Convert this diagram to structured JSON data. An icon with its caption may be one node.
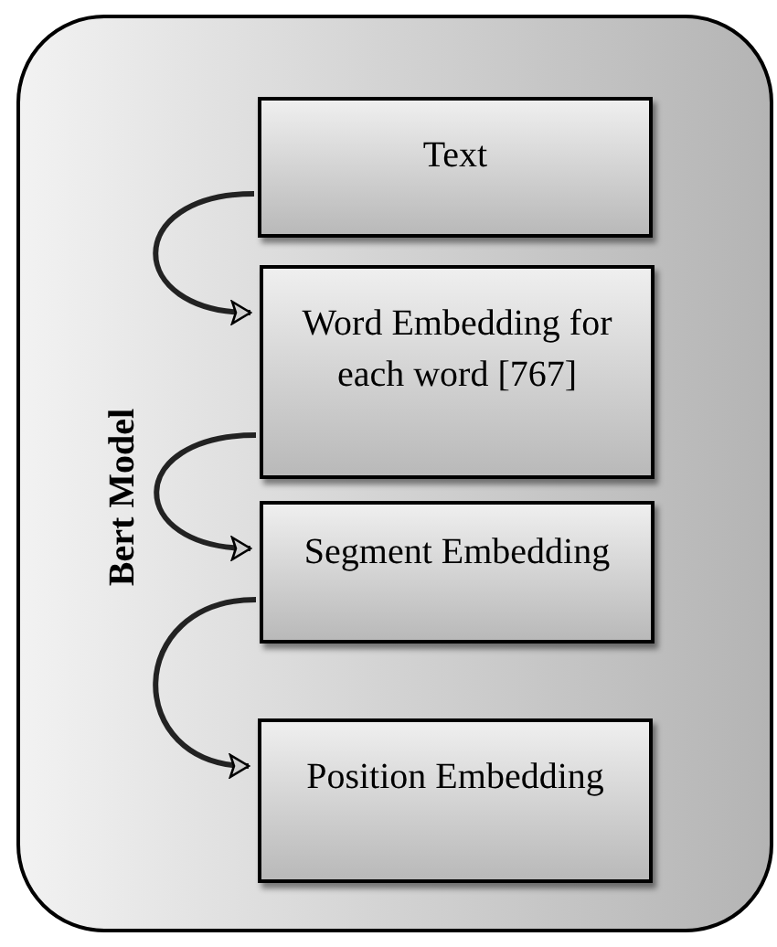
{
  "diagram": {
    "nodes": [
      {
        "text": [
          "Bert Model"
        ]
      },
      {
        "text": [
          "Text"
        ],
        "in": 0
      },
      {
        "text": [
          "Word Embedding for each word [767]"
        ],
        "in": 0
      },
      {
        "text": [
          "Segment Embedding"
        ],
        "in": 0
      },
      {
        "text": [
          "Position Embedding"
        ],
        "in": 0
      }
    ],
    "edges": [
      {
        "from": 1,
        "to": 2,
        "arrow": "to"
      },
      {
        "from": 2,
        "to": 3,
        "arrow": "to"
      },
      {
        "from": 3,
        "to": 4,
        "arrow": "to"
      }
    ]
  }
}
